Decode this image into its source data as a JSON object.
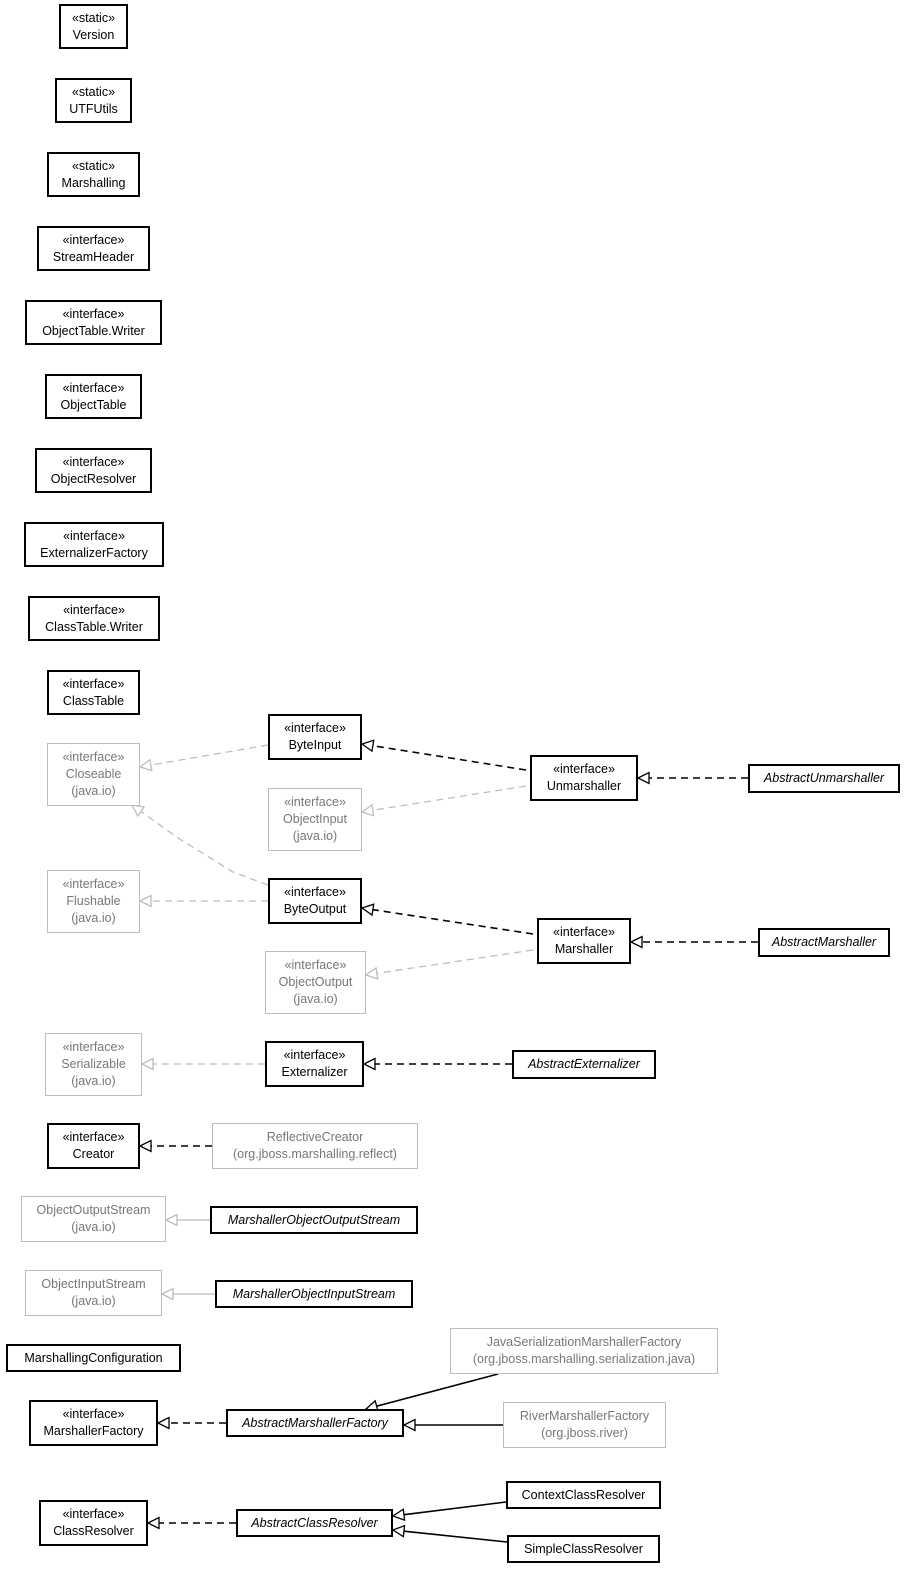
{
  "colors": {
    "internal": "#000000",
    "external": "#bdbdbd",
    "external_text": "#777777"
  },
  "nodes": {
    "version": {
      "stereotype": "«static»",
      "name": "Version",
      "pkg": ""
    },
    "utfutils": {
      "stereotype": "«static»",
      "name": "UTFUtils",
      "pkg": ""
    },
    "marshalling": {
      "stereotype": "«static»",
      "name": "Marshalling",
      "pkg": ""
    },
    "streamheader": {
      "stereotype": "«interface»",
      "name": "StreamHeader",
      "pkg": ""
    },
    "objecttable_writer": {
      "stereotype": "«interface»",
      "name": "ObjectTable.Writer",
      "pkg": ""
    },
    "objecttable": {
      "stereotype": "«interface»",
      "name": "ObjectTable",
      "pkg": ""
    },
    "objectresolver": {
      "stereotype": "«interface»",
      "name": "ObjectResolver",
      "pkg": ""
    },
    "externalizerfactory": {
      "stereotype": "«interface»",
      "name": "ExternalizerFactory",
      "pkg": ""
    },
    "classtable_writer": {
      "stereotype": "«interface»",
      "name": "ClassTable.Writer",
      "pkg": ""
    },
    "classtable": {
      "stereotype": "«interface»",
      "name": "ClassTable",
      "pkg": ""
    },
    "closeable": {
      "stereotype": "«interface»",
      "name": "Closeable",
      "pkg": "(java.io)"
    },
    "byteinput": {
      "stereotype": "«interface»",
      "name": "ByteInput",
      "pkg": ""
    },
    "objectinput": {
      "stereotype": "«interface»",
      "name": "ObjectInput",
      "pkg": "(java.io)"
    },
    "unmarshaller": {
      "stereotype": "«interface»",
      "name": "Unmarshaller",
      "pkg": ""
    },
    "abstractunmarshaller": {
      "stereotype": "",
      "name": "AbstractUnmarshaller",
      "pkg": ""
    },
    "flushable": {
      "stereotype": "«interface»",
      "name": "Flushable",
      "pkg": "(java.io)"
    },
    "byteoutput": {
      "stereotype": "«interface»",
      "name": "ByteOutput",
      "pkg": ""
    },
    "objectoutput": {
      "stereotype": "«interface»",
      "name": "ObjectOutput",
      "pkg": "(java.io)"
    },
    "marshaller": {
      "stereotype": "«interface»",
      "name": "Marshaller",
      "pkg": ""
    },
    "abstractmarshaller": {
      "stereotype": "",
      "name": "AbstractMarshaller",
      "pkg": ""
    },
    "serializable": {
      "stereotype": "«interface»",
      "name": "Serializable",
      "pkg": "(java.io)"
    },
    "externalizer": {
      "stereotype": "«interface»",
      "name": "Externalizer",
      "pkg": ""
    },
    "abstractexternalizer": {
      "stereotype": "",
      "name": "AbstractExternalizer",
      "pkg": ""
    },
    "creator": {
      "stereotype": "«interface»",
      "name": "Creator",
      "pkg": ""
    },
    "reflectivecreator": {
      "stereotype": "",
      "name": "ReflectiveCreator",
      "pkg": "(org.jboss.marshalling.reflect)"
    },
    "objectoutputstream": {
      "stereotype": "",
      "name": "ObjectOutputStream",
      "pkg": "(java.io)"
    },
    "marshallerobjectoutputstream": {
      "stereotype": "",
      "name": "MarshallerObjectOutputStream",
      "pkg": ""
    },
    "objectinputstream": {
      "stereotype": "",
      "name": "ObjectInputStream",
      "pkg": "(java.io)"
    },
    "marshallerobjectinputstream": {
      "stereotype": "",
      "name": "MarshallerObjectInputStream",
      "pkg": ""
    },
    "marshallingconfiguration": {
      "stereotype": "",
      "name": "MarshallingConfiguration",
      "pkg": ""
    },
    "javaserializationmarshallerfactory": {
      "stereotype": "",
      "name": "JavaSerializationMarshallerFactory",
      "pkg": "(org.jboss.marshalling.serialization.java)"
    },
    "marshallerfactory": {
      "stereotype": "«interface»",
      "name": "MarshallerFactory",
      "pkg": ""
    },
    "abstractmarshallerfactory": {
      "stereotype": "",
      "name": "AbstractMarshallerFactory",
      "pkg": ""
    },
    "rivermarshallerfactory": {
      "stereotype": "",
      "name": "RiverMarshallerFactory",
      "pkg": "(org.jboss.river)"
    },
    "classresolver": {
      "stereotype": "«interface»",
      "name": "ClassResolver",
      "pkg": ""
    },
    "abstractclassresolver": {
      "stereotype": "",
      "name": "AbstractClassResolver",
      "pkg": ""
    },
    "contextclassresolver": {
      "stereotype": "",
      "name": "ContextClassResolver",
      "pkg": ""
    },
    "simpleclassresolver": {
      "stereotype": "",
      "name": "SimpleClassResolver",
      "pkg": ""
    }
  },
  "edges": [
    {
      "from": "byteinput",
      "to": "closeable",
      "kind": "implements",
      "external": true
    },
    {
      "from": "byteoutput",
      "to": "closeable",
      "kind": "implements",
      "external": true
    },
    {
      "from": "byteoutput",
      "to": "flushable",
      "kind": "implements",
      "external": true
    },
    {
      "from": "unmarshaller",
      "to": "byteinput",
      "kind": "implements",
      "external": false
    },
    {
      "from": "unmarshaller",
      "to": "objectinput",
      "kind": "implements",
      "external": true
    },
    {
      "from": "abstractunmarshaller",
      "to": "unmarshaller",
      "kind": "implements",
      "external": false
    },
    {
      "from": "marshaller",
      "to": "byteoutput",
      "kind": "implements",
      "external": false
    },
    {
      "from": "marshaller",
      "to": "objectoutput",
      "kind": "implements",
      "external": true
    },
    {
      "from": "abstractmarshaller",
      "to": "marshaller",
      "kind": "implements",
      "external": false
    },
    {
      "from": "externalizer",
      "to": "serializable",
      "kind": "implements",
      "external": true
    },
    {
      "from": "abstractexternalizer",
      "to": "externalizer",
      "kind": "implements",
      "external": false
    },
    {
      "from": "reflectivecreator",
      "to": "creator",
      "kind": "implements",
      "external": false
    },
    {
      "from": "marshallerobjectoutputstream",
      "to": "objectoutputstream",
      "kind": "extends",
      "external": true
    },
    {
      "from": "marshallerobjectinputstream",
      "to": "objectinputstream",
      "kind": "extends",
      "external": true
    },
    {
      "from": "abstractmarshallerfactory",
      "to": "marshallerfactory",
      "kind": "implements",
      "external": false
    },
    {
      "from": "javaserializationmarshallerfactory",
      "to": "abstractmarshallerfactory",
      "kind": "extends",
      "external": false
    },
    {
      "from": "rivermarshallerfactory",
      "to": "abstractmarshallerfactory",
      "kind": "extends",
      "external": false
    },
    {
      "from": "abstractclassresolver",
      "to": "classresolver",
      "kind": "implements",
      "external": false
    },
    {
      "from": "contextclassresolver",
      "to": "abstractclassresolver",
      "kind": "extends",
      "external": false
    },
    {
      "from": "simpleclassresolver",
      "to": "abstractclassresolver",
      "kind": "extends",
      "external": false
    }
  ]
}
